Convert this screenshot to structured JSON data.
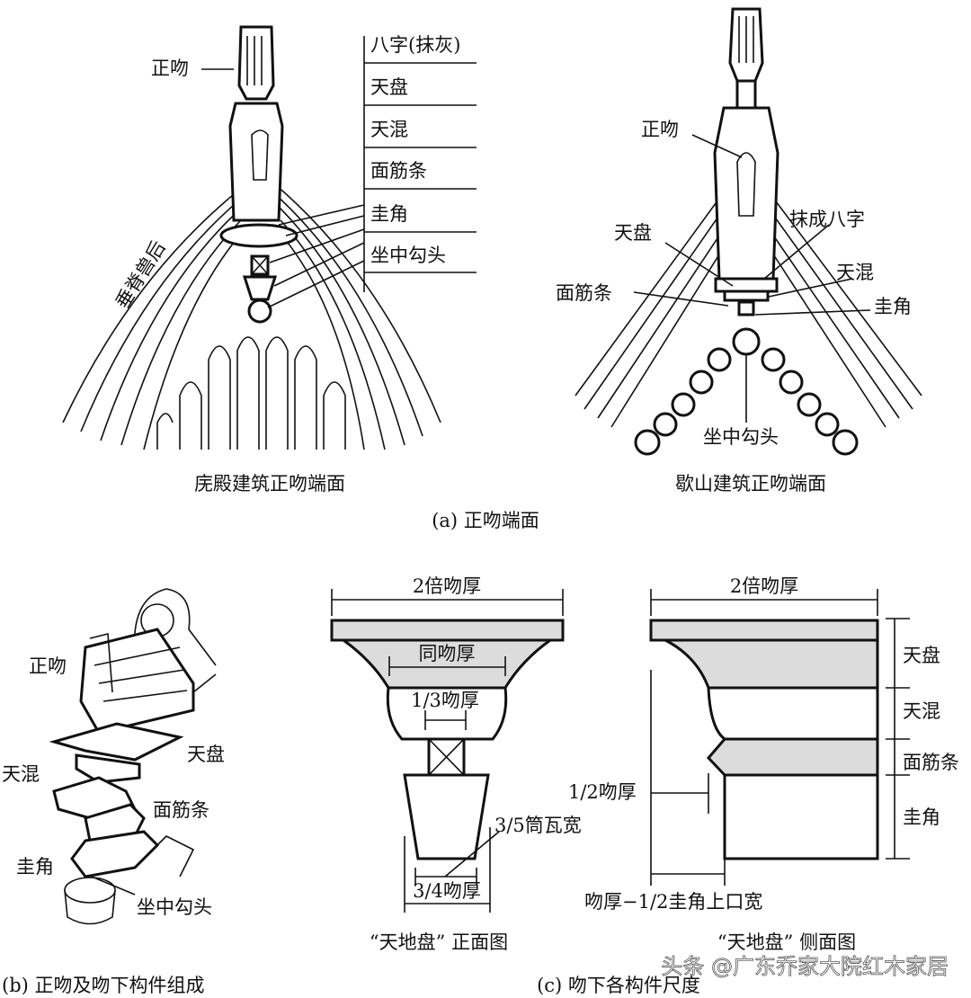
{
  "panel_a": {
    "caption": "(a) 正吻端面",
    "left": {
      "caption": "庑殿建筑正吻端面",
      "zhengwen": "正吻",
      "ridge": "垂脊兽后",
      "labels": [
        "八字(抹灰)",
        "天盘",
        "天混",
        "面筋条",
        "圭角",
        "坐中勾头"
      ]
    },
    "right": {
      "caption": "歇山建筑正吻端面",
      "zhengwen": "正吻",
      "tianpan": "天盘",
      "mocheng": "抹成八字",
      "tianhun": "天混",
      "mianjintiao": "面筋条",
      "guijiao": "圭角",
      "zuozhong": "坐中勾头"
    }
  },
  "panel_b": {
    "caption": "(b) 正吻及吻下构件组成",
    "labels": {
      "zhengwen": "正吻",
      "tianpan": "天盘",
      "tianhun": "天混",
      "mianjintiao": "面筋条",
      "guijiao": "圭角",
      "zuozhong": "坐中勾头"
    }
  },
  "panel_c": {
    "caption": "(c) 吻下各构件尺度",
    "front": {
      "caption": "“天地盘” 正面图",
      "width_top": "2倍吻厚",
      "same": "同吻厚",
      "third": "1/3吻厚",
      "tile": "3/5筒瓦宽",
      "three_quarter": "3/4吻厚"
    },
    "side": {
      "caption": "“天地盘” 侧面图",
      "width_top": "2倍吻厚",
      "layers": [
        "天盘",
        "天混",
        "面筋条",
        "圭角"
      ],
      "half": "1/2吻厚",
      "bottom": "吻厚−1/2圭角上口宽"
    }
  },
  "watermark": "头条 @广东乔家大院红木家居",
  "colors": {
    "line": "#111111",
    "fill": "#dcdcdc"
  }
}
